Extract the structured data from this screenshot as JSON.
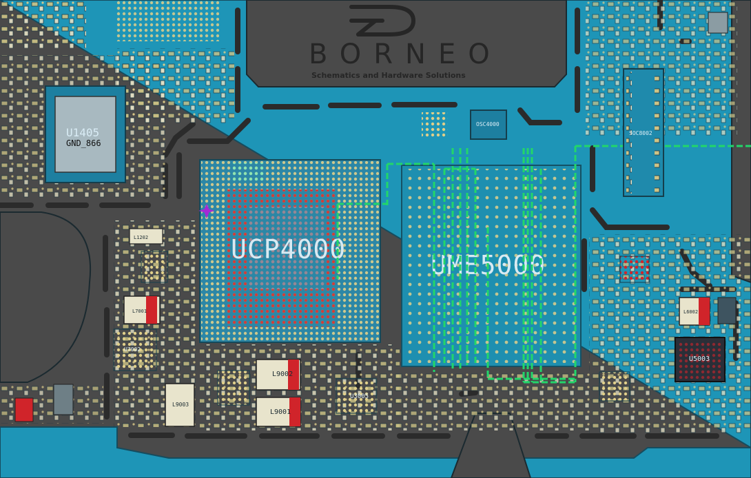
{
  "brand": {
    "name": "BORNEO",
    "tagline": "Schematics and Hardware Solutions"
  },
  "components": {
    "main_soc": "UCP4000",
    "memory": "UME5000",
    "pmic": "U1405",
    "pmic_net": "GND_866",
    "socket": "SOC8002",
    "oscillator": "OSC4000",
    "inductor_1": "L9002",
    "inductor_2": "L9001",
    "inductor_3": "L9003",
    "ic_7001": "L7001",
    "ic_7002": "U7002",
    "ic_3005": "U3005",
    "ic_5003": "U5003",
    "ic_6002": "L6002",
    "cap_1202": "L1202"
  },
  "pcb_colors": {
    "board": "#1e95b7",
    "outline": "#164c5e",
    "background": "#4a4a4a",
    "trace": "#22d66a",
    "pad_red": "#d0242a",
    "pad_yellow": "#e8d98e",
    "marker": "#a42ad6"
  },
  "icons": {
    "selection_marker": "crosshair-star-icon",
    "logo_mark": "borneo-logo-icon"
  }
}
